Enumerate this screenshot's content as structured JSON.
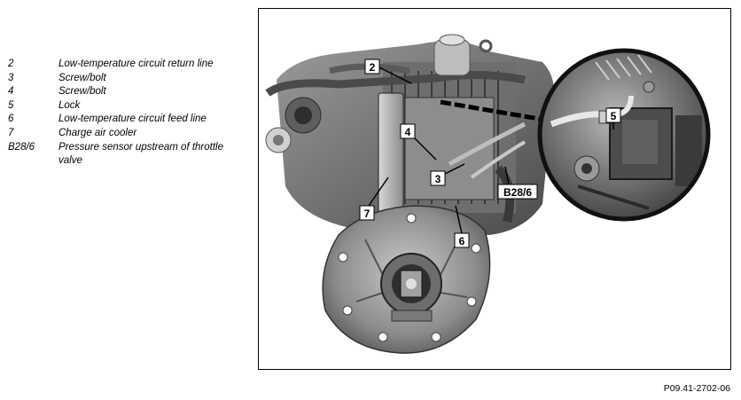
{
  "legend": [
    {
      "code": "2",
      "desc": "Low-temperature circuit return line"
    },
    {
      "code": "3",
      "desc": "Screw/bolt"
    },
    {
      "code": "4",
      "desc": "Screw/bolt"
    },
    {
      "code": "5",
      "desc": "Lock"
    },
    {
      "code": "6",
      "desc": "Low-temperature circuit feed line"
    },
    {
      "code": "7",
      "desc": "Charge air cooler"
    },
    {
      "code": "B28/6",
      "desc": "Pressure sensor upstream of throttle valve"
    }
  ],
  "callouts": {
    "c2": "2",
    "c3": "3",
    "c4": "4",
    "c5": "5",
    "c6": "6",
    "c7": "7",
    "cB28": "B28/6"
  },
  "figure_id": "P09.41-2702-06",
  "icons": [
    "engine-illustration",
    "detail-magnifier-circle"
  ]
}
